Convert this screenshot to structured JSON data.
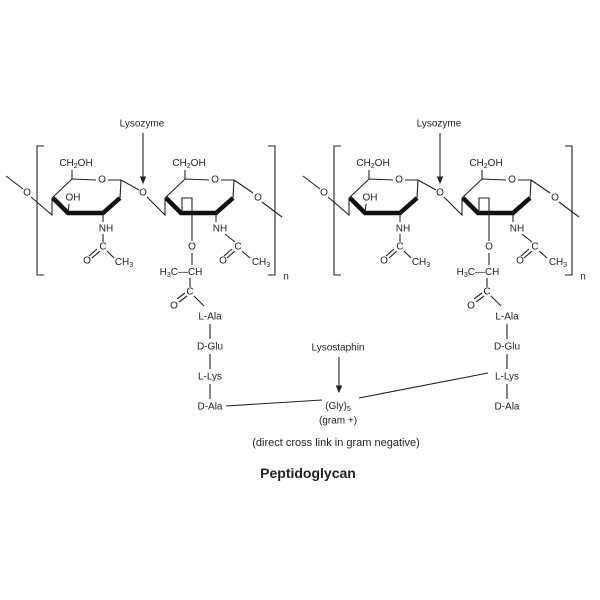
{
  "labels": {
    "enzyme_lysozyme": "Lysozyme",
    "enzyme_lysostaphin": "Lysostaphin",
    "ch2oh": "CH",
    "ch2oh_sub": "2",
    "ch2oh_tail": "OH",
    "oh": "OH",
    "o": "O",
    "nh": "NH",
    "c": "C",
    "ch3": "CH",
    "ch3_sub": "3",
    "h3c": "H",
    "h3c_sub": "3",
    "h3c_tail": "C—CH",
    "repeat_n": "n",
    "l_ala": "L-Ala",
    "d_glu": "D-Glu",
    "l_lys": "L-Lys",
    "d_ala": "D-Ala",
    "gly": "(Gly)",
    "gly_sub": "5",
    "gram_pos": "(gram +)"
  },
  "caption": "(direct cross link in gram negative)",
  "title": "Peptidoglycan"
}
